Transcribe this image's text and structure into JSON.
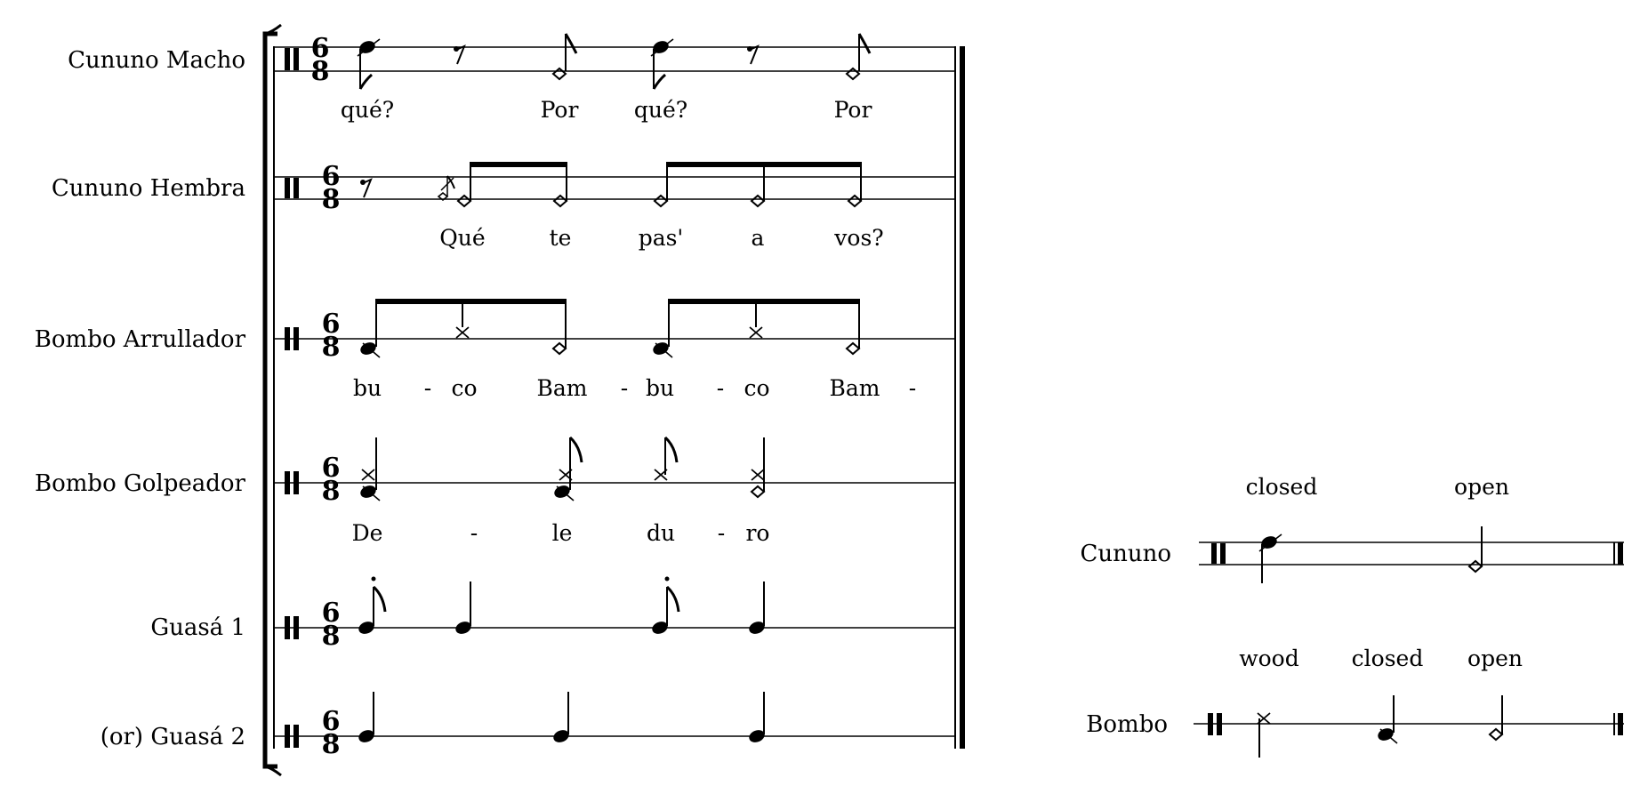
{
  "main_score": {
    "time_signature": {
      "top": "6",
      "bottom": "8"
    },
    "staves": [
      {
        "name": "Cununo Macho",
        "lyrics": [
          "qué?",
          "Por",
          "qué?",
          "Por"
        ]
      },
      {
        "name": "Cununo Hembra",
        "lyrics": [
          "Qué",
          "te",
          "pas'",
          "a",
          "vos?"
        ]
      },
      {
        "name": "Bombo Arrullador",
        "lyrics": [
          "bu",
          "-",
          "co",
          "Bam",
          "-",
          "bu",
          "-",
          "co",
          "Bam",
          "-"
        ]
      },
      {
        "name": "Bombo Golpeador",
        "lyrics": [
          "De",
          "-",
          "le",
          "du",
          "-",
          "ro"
        ]
      },
      {
        "name": "Guasá 1",
        "lyrics": []
      },
      {
        "name": "(or) Guasá 2",
        "lyrics": []
      }
    ]
  },
  "legend": {
    "cununo": {
      "name": "Cununo",
      "strokes": [
        "closed",
        "open"
      ]
    },
    "bombo": {
      "name": "Bombo",
      "strokes": [
        "wood",
        "closed",
        "open"
      ]
    }
  }
}
